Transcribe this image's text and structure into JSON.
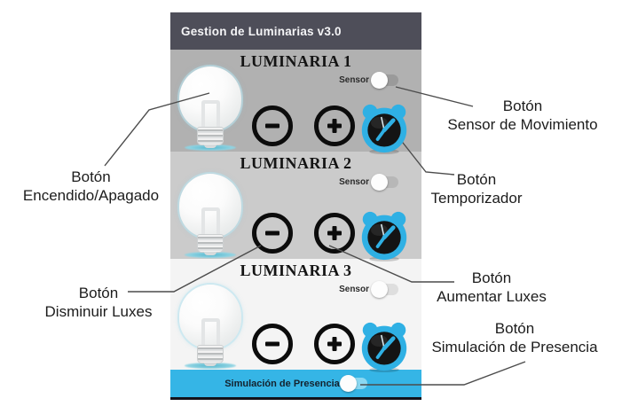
{
  "app": {
    "header_title": "Gestion de Luminarias v3.0",
    "sections": [
      {
        "title": "LUMINARIA 1",
        "sensor_label": "Sensor"
      },
      {
        "title": "LUMINARIA 2",
        "sensor_label": "Sensor"
      },
      {
        "title": "LUMINARIA 3",
        "sensor_label": "Sensor"
      }
    ],
    "bottom_bar_label": "Simulación de Presencia"
  },
  "annotations": [
    {
      "line1": "Botón",
      "line2": "Sensor de Movimiento"
    },
    {
      "line1": "Botón",
      "line2": "Temporizador"
    },
    {
      "line1": "Botón",
      "line2": "Encendido/Apagado"
    },
    {
      "line1": "Botón",
      "line2": "Disminuir Luxes"
    },
    {
      "line1": "Botón",
      "line2": "Aumentar Luxes"
    },
    {
      "line1": "Botón",
      "line2": "Simulación de Presencia"
    }
  ],
  "colors": {
    "header_bg": "#4e4e59",
    "section1_bg": "#b1b1b1",
    "section2_bg": "#cbcbcb",
    "section3_bg": "#f4f4f4",
    "presence_bar_bg": "#35b5e6",
    "clock_blue": "#2fb0e4",
    "button_black": "#0c0c0c",
    "bulb_shadow_teal": "#57b7cd"
  },
  "icons": {
    "bulb": "light-bulb-icon",
    "clock": "alarm-clock-icon",
    "minus": "minus-icon",
    "plus": "plus-icon",
    "toggle": "toggle-switch-thumb"
  },
  "toggle_states": {
    "sensor_1": "off",
    "sensor_2": "off",
    "sensor_3": "off",
    "presence_simulation": "off"
  }
}
